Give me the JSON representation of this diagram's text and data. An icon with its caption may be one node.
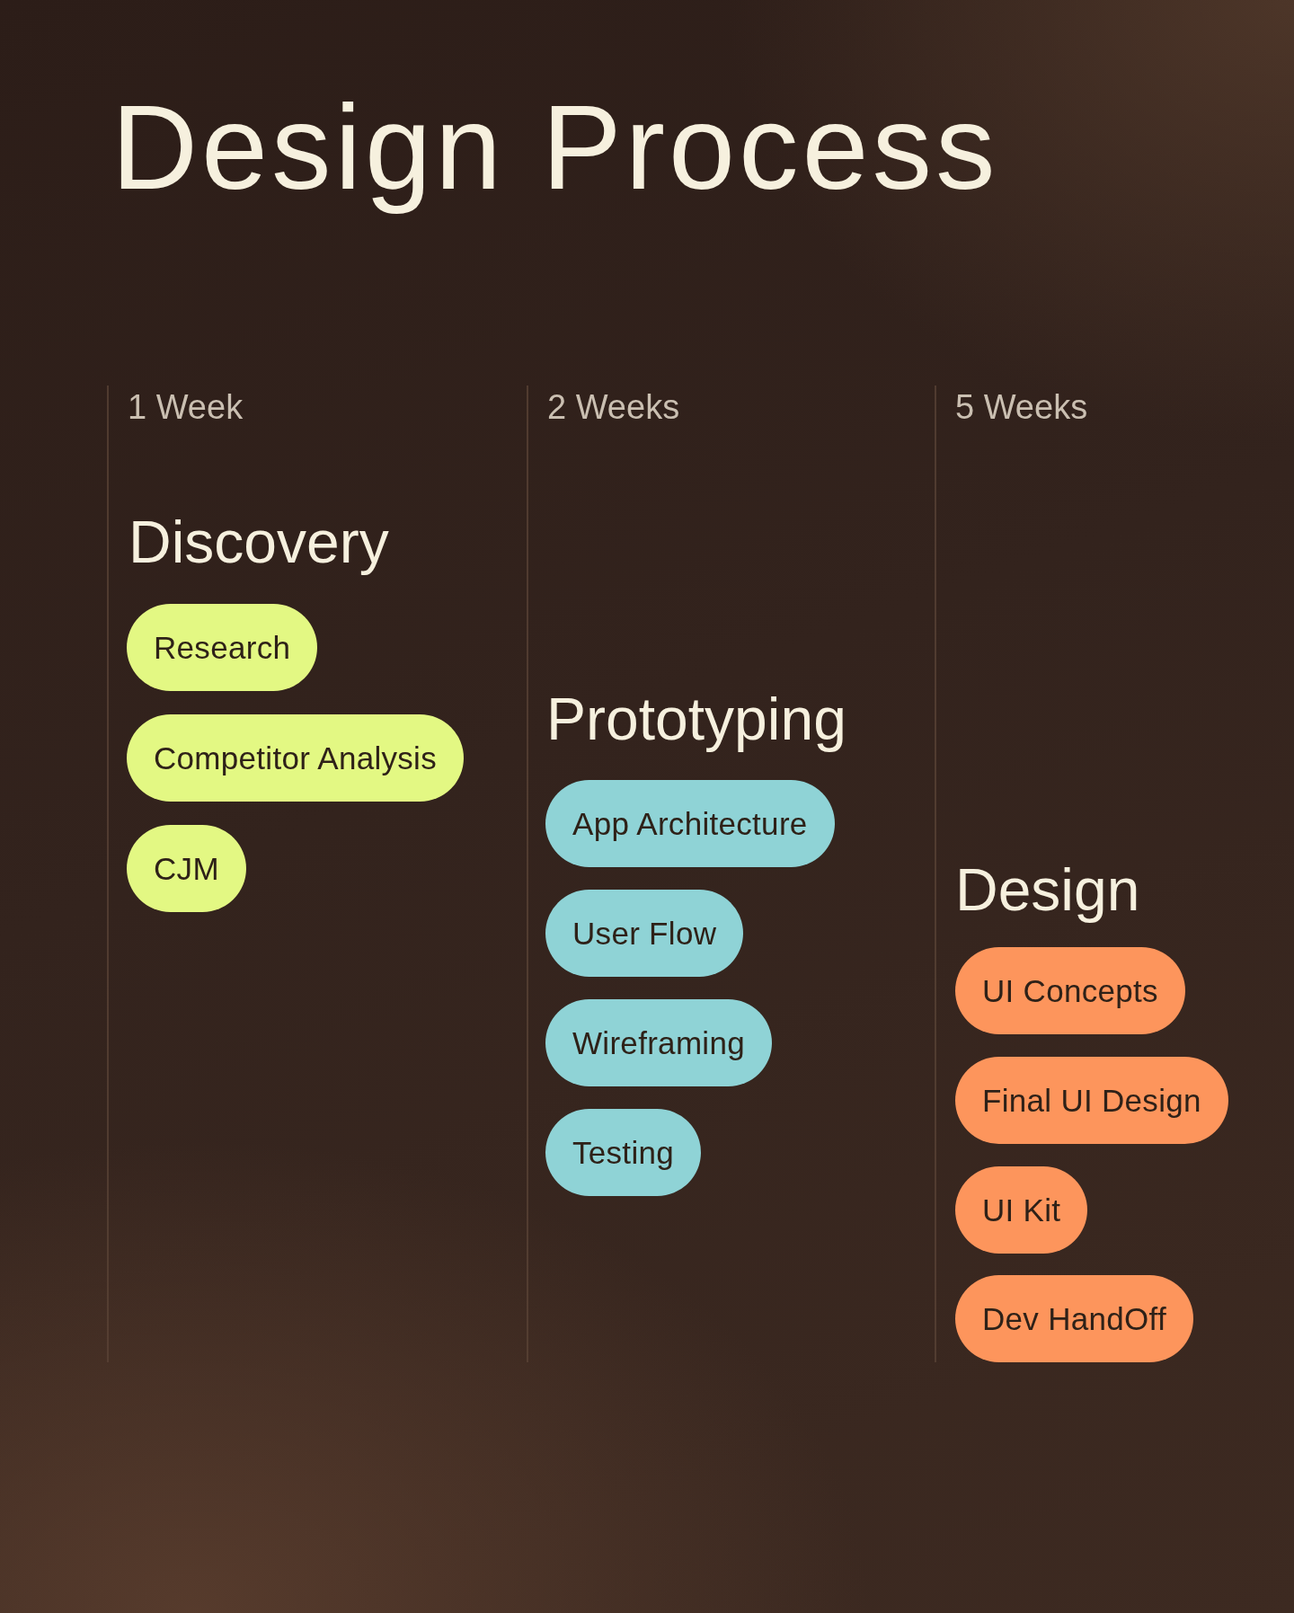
{
  "diagram": {
    "title": "Design Process",
    "nodes": [
      {
        "text": [
          "Research"
        ]
      },
      {
        "text": [
          "Competitor Analysis"
        ]
      },
      {
        "text": [
          "CJM"
        ]
      },
      {
        "text": [
          "App Architecture"
        ]
      },
      {
        "text": [
          "User Flow"
        ]
      },
      {
        "text": [
          "Wireframing"
        ]
      },
      {
        "text": [
          "Testing"
        ]
      },
      {
        "text": [
          "UI Concepts"
        ]
      },
      {
        "text": [
          "Final UI Design"
        ]
      },
      {
        "text": [
          "UI Kit"
        ]
      },
      {
        "text": [
          "Dev HandOff"
        ]
      }
    ],
    "labels": [
      "1 Week",
      "2 Weeks",
      "5 Weeks",
      "Discovery",
      "Prototyping",
      "Design"
    ]
  }
}
